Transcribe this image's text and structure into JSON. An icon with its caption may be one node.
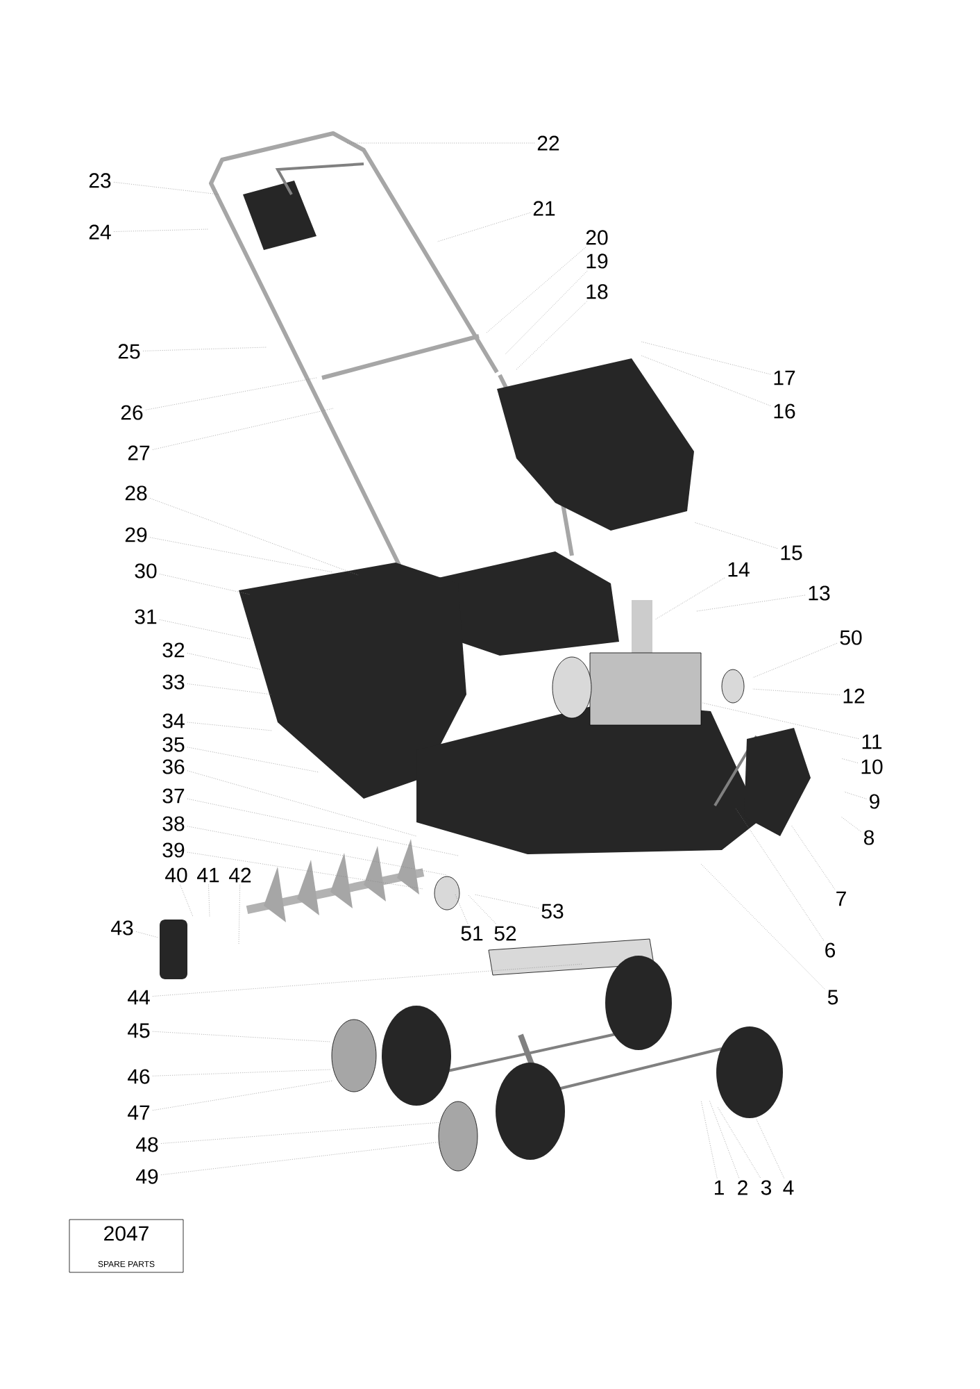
{
  "diagram": {
    "nodes": [
      {
        "text": [
          "1"
        ]
      },
      {
        "text": [
          "2"
        ]
      },
      {
        "text": [
          "3"
        ]
      },
      {
        "text": [
          "4"
        ]
      },
      {
        "text": [
          "5"
        ]
      },
      {
        "text": [
          "6"
        ]
      },
      {
        "text": [
          "7"
        ]
      },
      {
        "text": [
          "8"
        ]
      },
      {
        "text": [
          "9"
        ]
      },
      {
        "text": [
          "10"
        ]
      },
      {
        "text": [
          "11"
        ]
      },
      {
        "text": [
          "12"
        ]
      },
      {
        "text": [
          "13"
        ]
      },
      {
        "text": [
          "14"
        ]
      },
      {
        "text": [
          "15"
        ]
      },
      {
        "text": [
          "16"
        ]
      },
      {
        "text": [
          "17"
        ]
      },
      {
        "text": [
          "18"
        ]
      },
      {
        "text": [
          "19"
        ]
      },
      {
        "text": [
          "20"
        ]
      },
      {
        "text": [
          "21"
        ]
      },
      {
        "text": [
          "22"
        ]
      },
      {
        "text": [
          "23"
        ]
      },
      {
        "text": [
          "24"
        ]
      },
      {
        "text": [
          "25"
        ]
      },
      {
        "text": [
          "26"
        ]
      },
      {
        "text": [
          "27"
        ]
      },
      {
        "text": [
          "28"
        ]
      },
      {
        "text": [
          "29"
        ]
      },
      {
        "text": [
          "30"
        ]
      },
      {
        "text": [
          "31"
        ]
      },
      {
        "text": [
          "32"
        ]
      },
      {
        "text": [
          "33"
        ]
      },
      {
        "text": [
          "34"
        ]
      },
      {
        "text": [
          "35"
        ]
      },
      {
        "text": [
          "36"
        ]
      },
      {
        "text": [
          "37"
        ]
      },
      {
        "text": [
          "38"
        ]
      },
      {
        "text": [
          "39"
        ]
      },
      {
        "text": [
          "40"
        ]
      },
      {
        "text": [
          "41"
        ]
      },
      {
        "text": [
          "42"
        ]
      },
      {
        "text": [
          "43"
        ]
      },
      {
        "text": [
          "44"
        ]
      },
      {
        "text": [
          "45"
        ]
      },
      {
        "text": [
          "46"
        ]
      },
      {
        "text": [
          "47"
        ]
      },
      {
        "text": [
          "48"
        ]
      },
      {
        "text": [
          "49"
        ]
      },
      {
        "text": [
          "50"
        ]
      },
      {
        "text": [
          "51"
        ]
      },
      {
        "text": [
          "52"
        ]
      },
      {
        "text": [
          "53"
        ]
      }
    ],
    "edges": [
      {
        "from": 0,
        "to": null,
        "arrow": "none"
      },
      {
        "from": 1,
        "to": null,
        "arrow": "none"
      },
      {
        "from": 2,
        "to": null,
        "arrow": "none"
      },
      {
        "from": 3,
        "to": null,
        "arrow": "none"
      },
      {
        "from": 4,
        "to": null,
        "arrow": "none"
      },
      {
        "from": 5,
        "to": null,
        "arrow": "none"
      },
      {
        "from": 6,
        "to": null,
        "arrow": "none"
      },
      {
        "from": 7,
        "to": null,
        "arrow": "none"
      },
      {
        "from": 8,
        "to": null,
        "arrow": "none"
      },
      {
        "from": 9,
        "to": null,
        "arrow": "none"
      },
      {
        "from": 10,
        "to": null,
        "arrow": "none"
      },
      {
        "from": 11,
        "to": null,
        "arrow": "none"
      },
      {
        "from": 12,
        "to": null,
        "arrow": "none"
      },
      {
        "from": 13,
        "to": null,
        "arrow": "none"
      },
      {
        "from": 14,
        "to": null,
        "arrow": "none"
      },
      {
        "from": 15,
        "to": null,
        "arrow": "none"
      },
      {
        "from": 16,
        "to": null,
        "arrow": "none"
      },
      {
        "from": 17,
        "to": null,
        "arrow": "none"
      },
      {
        "from": 18,
        "to": null,
        "arrow": "none"
      },
      {
        "from": 19,
        "to": null,
        "arrow": "none"
      },
      {
        "from": 20,
        "to": null,
        "arrow": "none"
      },
      {
        "from": 21,
        "to": null,
        "arrow": "none"
      },
      {
        "from": 22,
        "to": null,
        "arrow": "none"
      },
      {
        "from": 23,
        "to": null,
        "arrow": "none"
      },
      {
        "from": 24,
        "to": null,
        "arrow": "none"
      },
      {
        "from": 25,
        "to": null,
        "arrow": "none"
      },
      {
        "from": 26,
        "to": null,
        "arrow": "none"
      },
      {
        "from": 27,
        "to": null,
        "arrow": "none"
      },
      {
        "from": 28,
        "to": null,
        "arrow": "none"
      },
      {
        "from": 29,
        "to": null,
        "arrow": "none"
      },
      {
        "from": 30,
        "to": null,
        "arrow": "none"
      },
      {
        "from": 31,
        "to": null,
        "arrow": "none"
      },
      {
        "from": 32,
        "to": null,
        "arrow": "none"
      },
      {
        "from": 33,
        "to": null,
        "arrow": "none"
      },
      {
        "from": 34,
        "to": null,
        "arrow": "none"
      },
      {
        "from": 35,
        "to": null,
        "arrow": "none"
      },
      {
        "from": 36,
        "to": null,
        "arrow": "none"
      },
      {
        "from": 37,
        "to": null,
        "arrow": "none"
      },
      {
        "from": 38,
        "to": null,
        "arrow": "none"
      },
      {
        "from": 39,
        "to": null,
        "arrow": "none"
      },
      {
        "from": 40,
        "to": null,
        "arrow": "none"
      },
      {
        "from": 41,
        "to": null,
        "arrow": "none"
      },
      {
        "from": 42,
        "to": null,
        "arrow": "none"
      },
      {
        "from": 43,
        "to": null,
        "arrow": "none"
      },
      {
        "from": 44,
        "to": null,
        "arrow": "none"
      },
      {
        "from": 45,
        "to": null,
        "arrow": "none"
      },
      {
        "from": 46,
        "to": null,
        "arrow": "none"
      },
      {
        "from": 47,
        "to": null,
        "arrow": "none"
      },
      {
        "from": 48,
        "to": null,
        "arrow": "none"
      },
      {
        "from": 49,
        "to": null,
        "arrow": "none"
      },
      {
        "from": 50,
        "to": null,
        "arrow": "none"
      },
      {
        "from": 51,
        "to": null,
        "arrow": "none"
      },
      {
        "from": 52,
        "to": null,
        "arrow": "none"
      }
    ],
    "labels": [
      "2047",
      "SPARE PARTS"
    ]
  }
}
